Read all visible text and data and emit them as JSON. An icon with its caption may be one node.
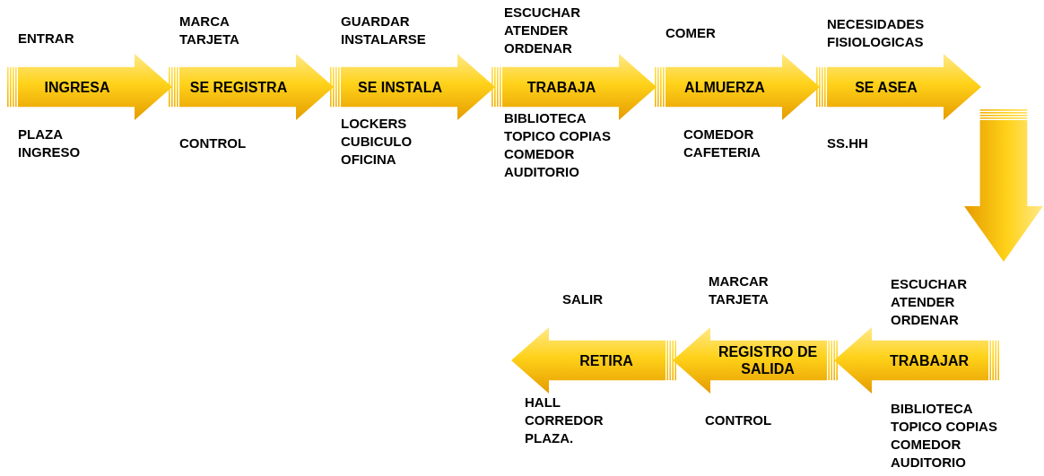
{
  "diagram": {
    "nodes": [
      {
        "text": [
          "INGRESA"
        ],
        "beside": [
          "ENTRAR",
          "PLAZA INGRESO"
        ]
      },
      {
        "text": [
          "SE REGISTRA"
        ],
        "beside": [
          "MARCA TARJETA",
          "CONTROL"
        ]
      },
      {
        "text": [
          "SE INSTALA"
        ],
        "beside": [
          "GUARDAR INSTALARSE",
          "LOCKERS CUBICULO OFICINA"
        ]
      },
      {
        "text": [
          "TRABAJA"
        ],
        "beside": [
          "ESCUCHAR ATENDER ORDENAR",
          "BIBLIOTECA TOPICO COPIAS COMEDOR AUDITORIO"
        ]
      },
      {
        "text": [
          "ALMUERZA"
        ],
        "beside": [
          "COMER",
          "COMEDOR CAFETERIA"
        ]
      },
      {
        "text": [
          "SE ASEA"
        ],
        "beside": [
          "NECESIDADES FISIOLOGICAS",
          "SS.HH"
        ]
      },
      {
        "text": [],
        "shape": "arrow"
      },
      {
        "text": [
          "TRABAJAR"
        ],
        "beside": [
          "ESCUCHAR ATENDER ORDENAR",
          "BIBLIOTECA TOPICO COPIAS COMEDOR AUDITORIO"
        ]
      },
      {
        "text": [
          "REGISTRO DE SALIDA"
        ],
        "beside": [
          "MARCAR TARJETA",
          "CONTROL"
        ]
      },
      {
        "text": [
          "RETIRA"
        ],
        "beside": [
          "SALIR",
          "HALL CORREDOR PLAZA."
        ]
      }
    ]
  }
}
